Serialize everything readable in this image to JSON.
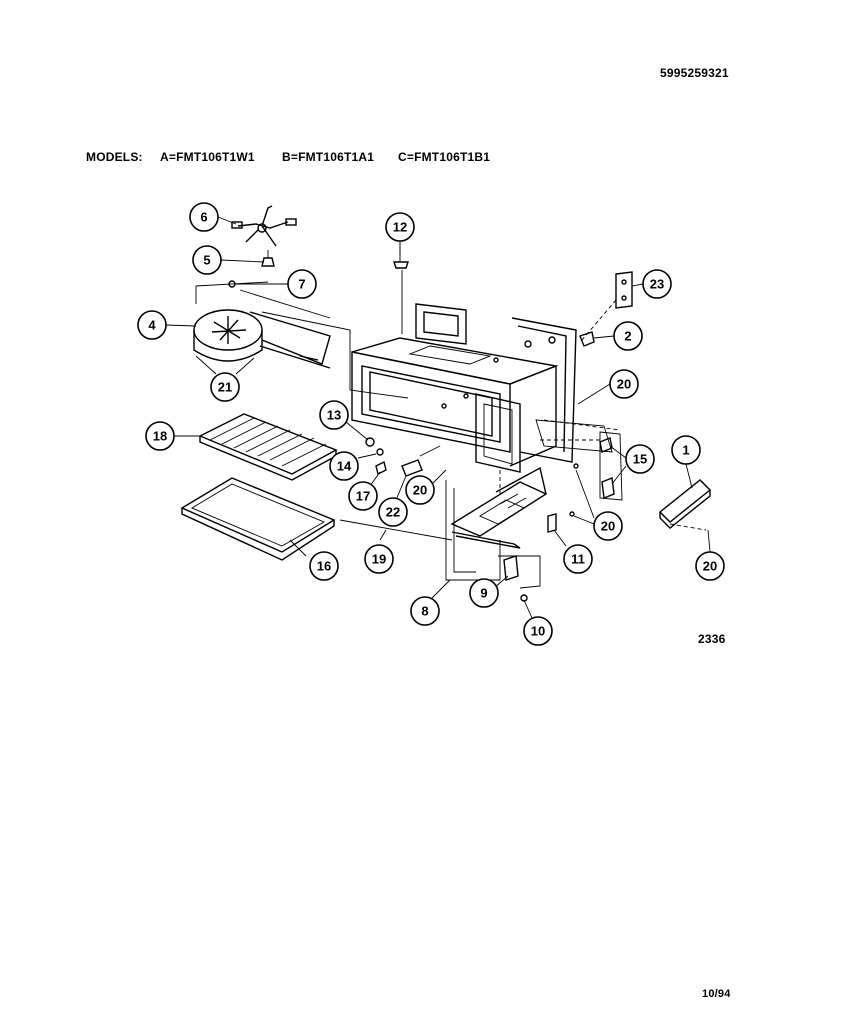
{
  "header": {
    "doc_number": "5995259321",
    "models_label": "MODELS:",
    "model_a": "A=FMT106T1W1",
    "model_b": "B=FMT106T1A1",
    "model_c": "C=FMT106T1B1"
  },
  "footer": {
    "diagram_code": "2336",
    "date_code": "10/94"
  },
  "callouts": [
    "6",
    "12",
    "5",
    "7",
    "23",
    "4",
    "2",
    "21",
    "20",
    "13",
    "18",
    "14",
    "1",
    "15",
    "17",
    "20",
    "22",
    "20",
    "11",
    "19",
    "16",
    "20",
    "9",
    "8",
    "10"
  ]
}
